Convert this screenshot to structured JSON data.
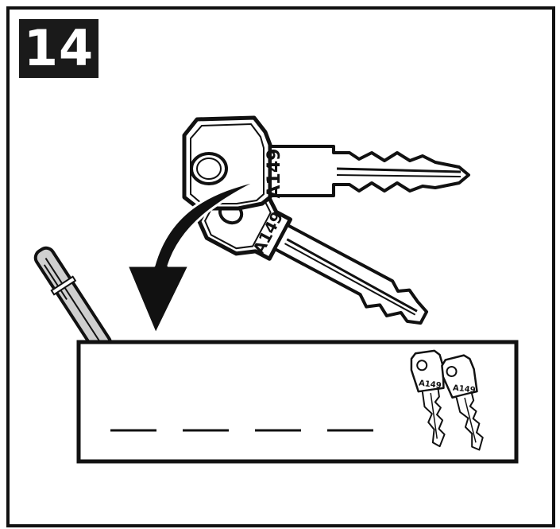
{
  "step": {
    "number": "14"
  },
  "keys": {
    "code": "A149"
  },
  "form": {
    "blank_count": 4
  },
  "colors": {
    "ink": "#111111",
    "paper": "#ffffff",
    "badge": "#1a1a1a",
    "pen_body": "#cfcfcf"
  },
  "icons": [
    "key-icon",
    "curved-arrow-icon",
    "pen-icon",
    "key-pair-icon"
  ]
}
